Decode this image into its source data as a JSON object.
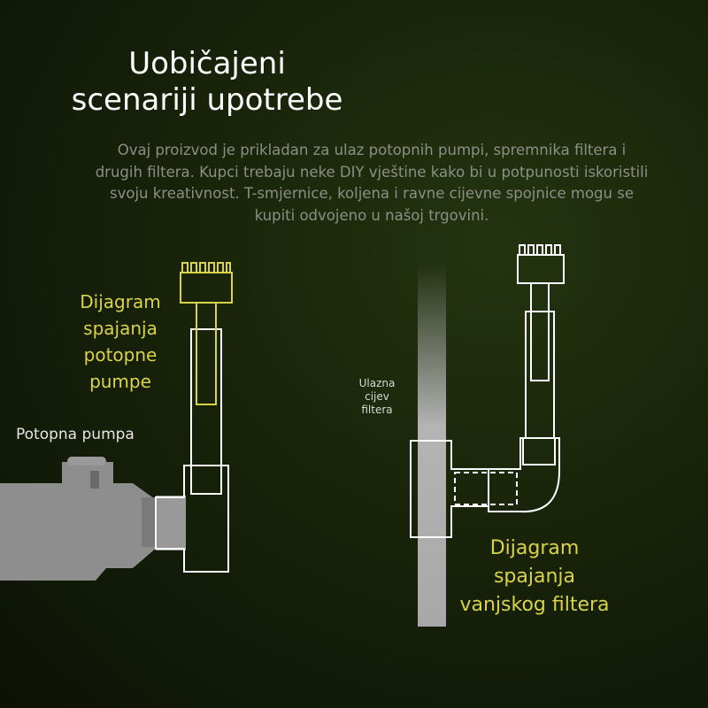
{
  "title": {
    "line1": "Uobičajeni",
    "line2": "scenariji upotrebe"
  },
  "description": {
    "line1": "Ovaj proizvod je prikladan za ulaz potopnih pumpi, spremnika filtera i",
    "line2": "drugih filtera. Kupci trebaju neke DIY vještine kako bi u potpunosti iskoristili",
    "line3": "svoju kreativnost. T-smjernice, koljena i ravne cijevne spojnice mogu se",
    "line4": "kupiti odvojeno u našoj trgovini."
  },
  "pump_diagram": {
    "label_lines": [
      "Dijagram",
      "spajanja",
      "potopne",
      "pumpe"
    ],
    "pump_label": "Potopna pumpa"
  },
  "filter_diagram": {
    "label_lines": [
      "Dijagram",
      "spajanja",
      "vanjskog filtera"
    ],
    "inlet_label_lines": [
      "Ulazna",
      "cijev",
      "filtera"
    ]
  },
  "colors": {
    "accent_yellow": "#d9d34a",
    "outline_white": "#ffffff",
    "pump_gray": "#8e8e8e",
    "pipe_gray": "#b4b4b4"
  }
}
